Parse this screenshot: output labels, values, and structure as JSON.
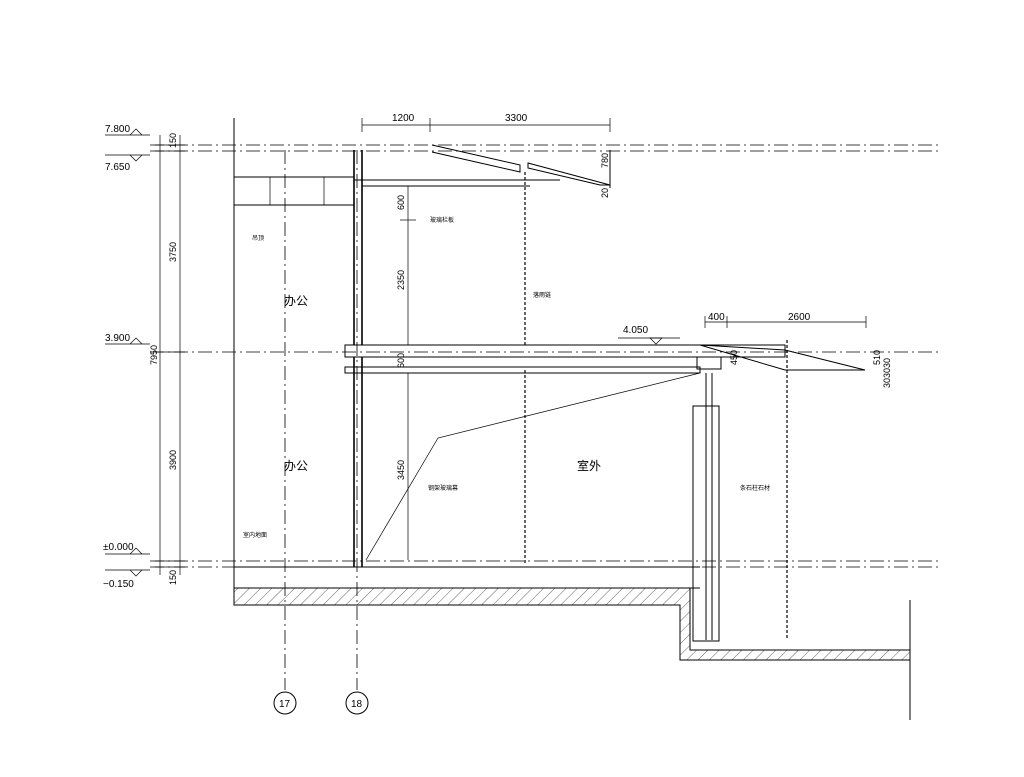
{
  "levels": {
    "l7800": "7.800",
    "l7650": "7.650",
    "l3900": "3.900",
    "l0000": "±0.000",
    "lm150": "−0.150",
    "l4050": "4.050"
  },
  "dims": {
    "top_1200": "1200",
    "top_3300": "3300",
    "d150_top": "150",
    "d3750": "3750",
    "d7950": "7950",
    "d3900": "3900",
    "d150_bot": "150",
    "d600_a": "600",
    "d2350": "2350",
    "d600_b": "600",
    "d3450": "3450",
    "d780": "780",
    "d20": "20",
    "d400": "400",
    "d2600": "2600",
    "d450": "450",
    "d510": "510",
    "d303030": "303030"
  },
  "labels": {
    "room_upper": "办公",
    "room_lower": "办公",
    "outdoor": "室外",
    "note_ceiling": "吊顶",
    "note_glass_top": "玻璃栏板",
    "note_rain_chain": "落雨链",
    "note_glass_curtain": "钢架玻璃幕",
    "note_floor": "室内地面",
    "note_column": "条石柱石材"
  },
  "axes": {
    "axis_17": "17",
    "axis_18": "18"
  }
}
